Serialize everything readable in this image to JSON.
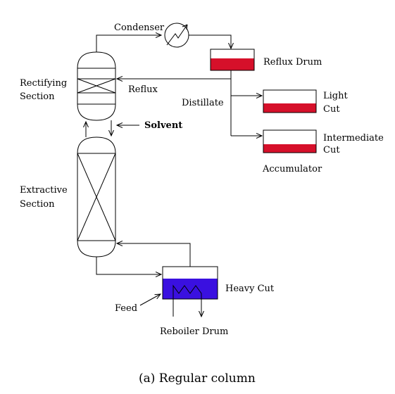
{
  "labels": {
    "condenser": "Condenser",
    "reflux_drum": "Reflux Drum",
    "rectifying_1": "Rectifying",
    "rectifying_2": "Section",
    "reflux": "Reflux",
    "distillate": "Distillate",
    "light_1": "Light",
    "light_2": "Cut",
    "intermediate_1": "Intermediate",
    "intermediate_2": "Cut",
    "accumulator": "Accumulator",
    "solvent": "Solvent",
    "extractive_1": "Extractive",
    "extractive_2": "Section",
    "heavy_cut": "Heavy Cut",
    "feed": "Feed",
    "reboiler_drum": "Reboiler Drum",
    "caption": "(a) Regular column"
  },
  "colors": {
    "light_cut_liquid": "#d6102a",
    "reflux_drum_liquid": "#d6102a",
    "intermediate_cut_liquid": "#d6102a",
    "reboiler_liquid": "#3a10e0",
    "line": "#000000"
  }
}
